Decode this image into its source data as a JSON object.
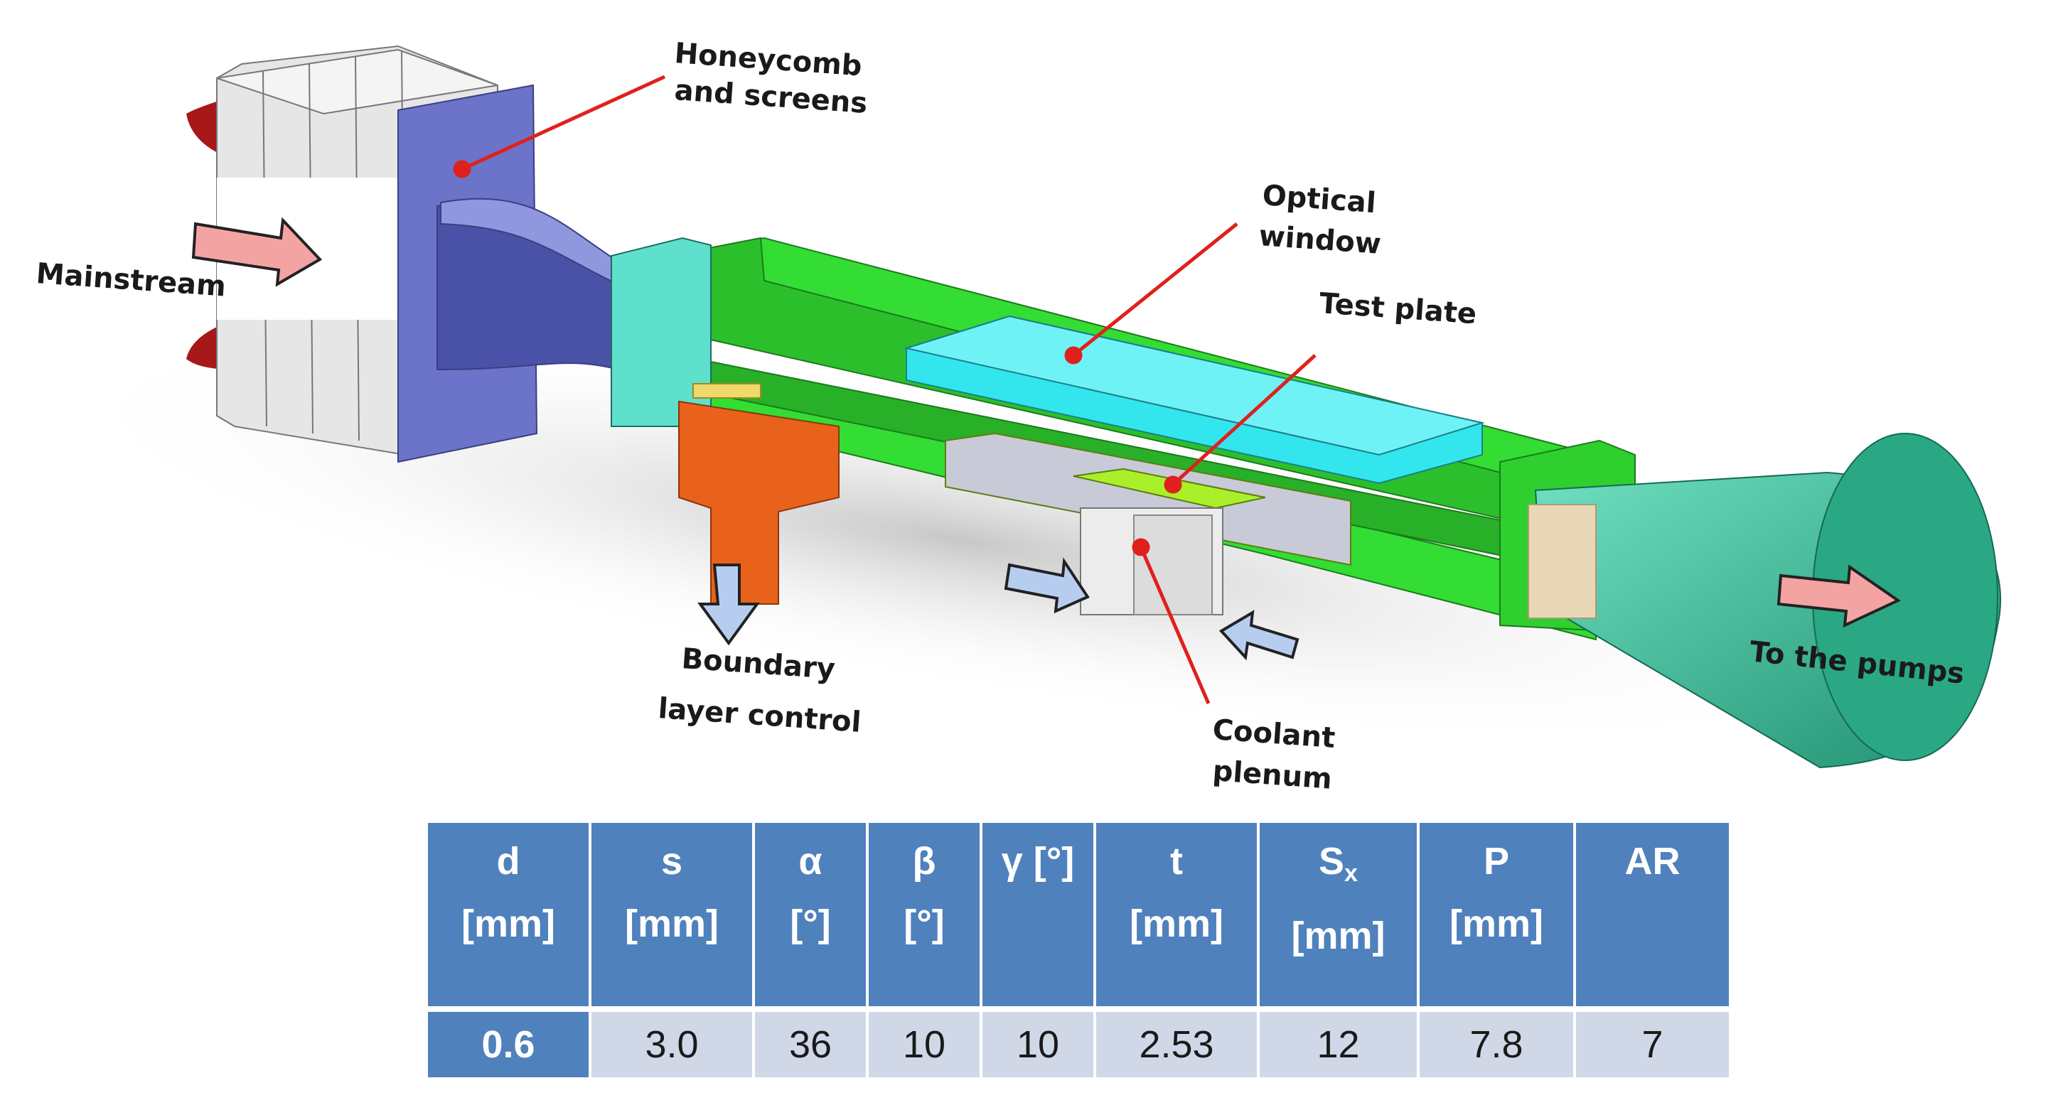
{
  "labels": {
    "mainstream": "Mainstream",
    "honeycomb_1": "Honeycomb",
    "honeycomb_2": "and screens",
    "optical_1": "Optical",
    "optical_2": "window",
    "test_plate": "Test plate",
    "boundary_1": "Boundary",
    "boundary_2": "layer control",
    "coolant_1": "Coolant",
    "coolant_2": "plenum",
    "pumps": "To the pumps"
  },
  "colors": {
    "channel_green": "#33dd33",
    "window_cyan": "#33e6ee",
    "contraction_blue": "#6b74c8",
    "bl_orange": "#e8621c",
    "test_plate": "#aaf02a",
    "diffuser": "#3bbf9a",
    "leader_red": "#e0201c",
    "arrow_pink": "#f4a3a3",
    "arrow_blue": "#b7cdf0",
    "table_header": "#4f81bd",
    "table_cell": "#d0d8e8"
  },
  "table": {
    "headers": [
      {
        "sym": "d",
        "sub": "",
        "unit": "[mm]"
      },
      {
        "sym": "s",
        "sub": "",
        "unit": "[mm]"
      },
      {
        "sym": "α",
        "sub": "",
        "unit": "[°]"
      },
      {
        "sym": "β",
        "sub": "",
        "unit": "[°]"
      },
      {
        "sym": "γ [°]",
        "sub": "",
        "unit": ""
      },
      {
        "sym": "t",
        "sub": "",
        "unit": "[mm]"
      },
      {
        "sym": "S",
        "sub": "x",
        "unit": "[mm]"
      },
      {
        "sym": "P",
        "sub": "",
        "unit": "[mm]"
      },
      {
        "sym": "AR",
        "sub": "",
        "unit": ""
      }
    ],
    "values": [
      "0.6",
      "3.0",
      "36",
      "10",
      "10",
      "2.53",
      "12",
      "7.8",
      "7"
    ]
  }
}
